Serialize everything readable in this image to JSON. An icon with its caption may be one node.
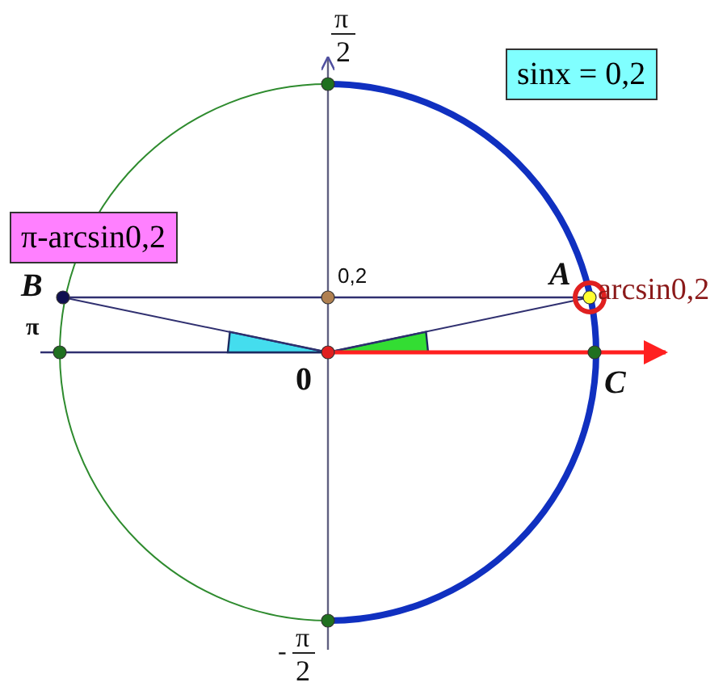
{
  "diagram": {
    "nodes": [
      {
        "text": [
          "sinx = 0,2"
        ]
      },
      {
        "text": [
          "π-arcsin0,2"
        ]
      }
    ],
    "labels": [
      "π",
      "2",
      "A",
      "0,2",
      "arcsin0,2",
      "B",
      "π",
      "0",
      "C",
      "-",
      "π",
      "2"
    ]
  }
}
